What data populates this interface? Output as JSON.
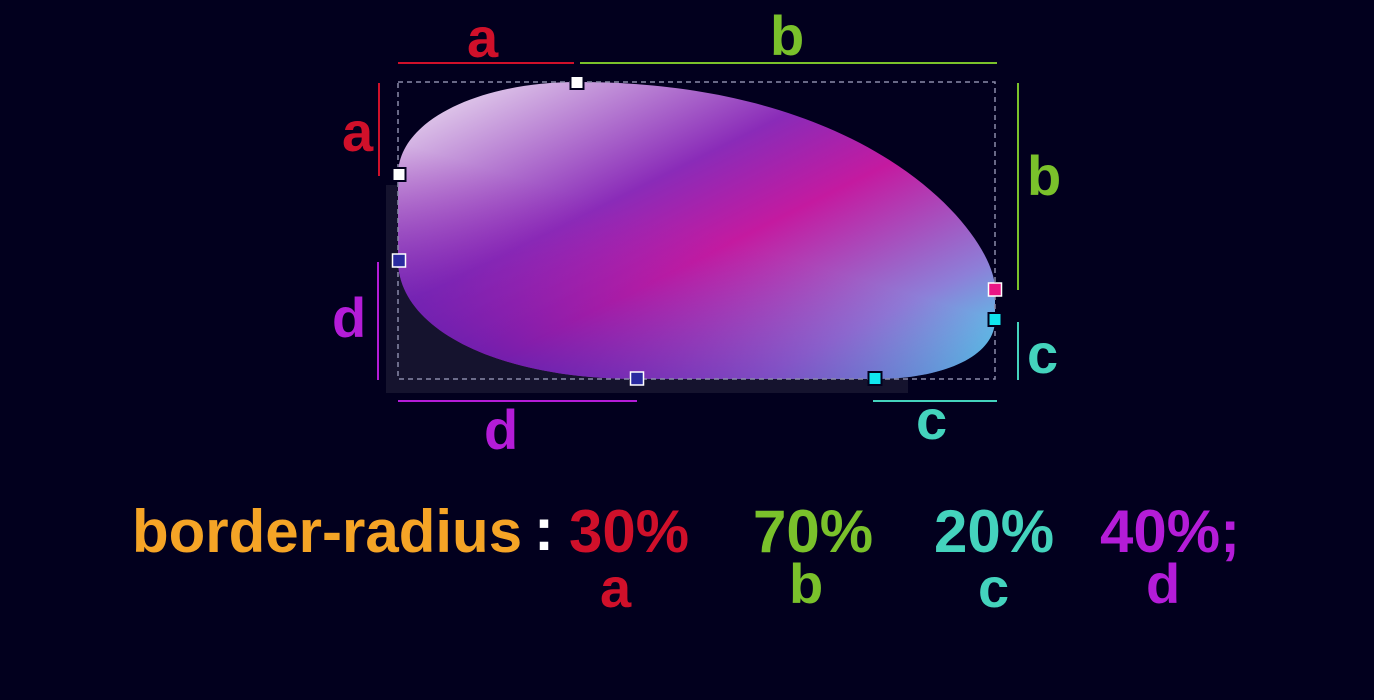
{
  "diagram": {
    "labels": {
      "top_a": "a",
      "top_b": "b",
      "left_a": "a",
      "right_b": "b",
      "left_d": "d",
      "right_c": "c",
      "bottom_d": "d",
      "bottom_c": "c"
    }
  },
  "code": {
    "property": "border-radius",
    "colon": ":",
    "values": [
      {
        "value": "30%",
        "letter": "a"
      },
      {
        "value": "70%",
        "letter": "b"
      },
      {
        "value": "20%",
        "letter": "c"
      },
      {
        "value": "40%;",
        "letter": "d"
      }
    ]
  },
  "colors": {
    "background": "#02001e",
    "a": "#d0102a",
    "b": "#7ac12b",
    "c": "#44d3bd",
    "d": "#b41cd8",
    "property": "#f5a426",
    "colon": "#ffffff"
  }
}
